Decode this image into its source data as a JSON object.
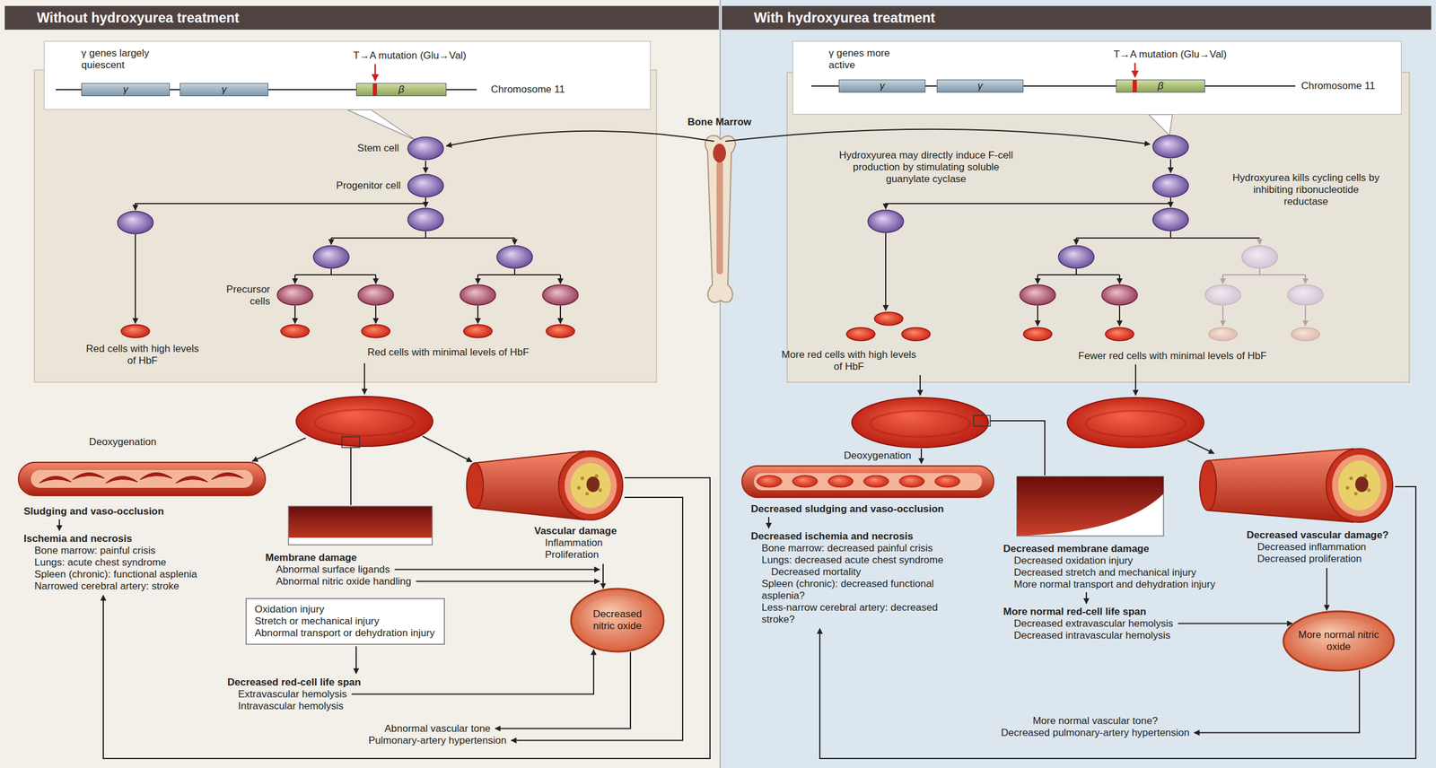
{
  "diagram": {
    "nodes": [
      {
        "text": [
          "Without hydroxyurea treatment"
        ]
      },
      {
        "text": [
          "With hydroxyurea treatment"
        ]
      },
      {
        "text": [
          "γ genes largely quiescent",
          "T→A mutation (Glu→Val)",
          "Chromosome 11"
        ]
      },
      {
        "text": [
          "γ"
        ],
        "in": 2
      },
      {
        "text": [
          "γ"
        ],
        "in": 2
      },
      {
        "text": [
          "β"
        ],
        "in": 2
      },
      {
        "text": [
          "γ genes more active",
          "T→A mutation (Glu→Val)",
          "Chromosome 11"
        ]
      },
      {
        "text": [
          "γ"
        ],
        "in": 6
      },
      {
        "text": [
          "γ"
        ],
        "in": 6
      },
      {
        "text": [
          "β"
        ],
        "in": 6
      },
      {
        "text": [
          "Oxidation injury",
          "Stretch or mechanical injury",
          "Abnormal transport or dehydration injury"
        ]
      },
      {
        "text": [
          "Decreased nitric oxide"
        ]
      },
      {
        "text": [
          "More normal nitric oxide"
        ]
      }
    ],
    "labels": [
      "Bone Marrow",
      "Stem cell",
      "Progenitor cell",
      "Precursor cells",
      "Red cells with high levels of HbF",
      "Red cells with minimal levels of HbF",
      "Hydroxyurea may directly induce F-cell production by stimulating soluble guanylate cyclase",
      "Hydroxyurea kills cycling cells by inhibiting ribonucleotide reductase",
      "More red cells with high levels of HbF",
      "Fewer red cells with minimal levels of HbF",
      "Deoxygenation",
      "Sludging and vaso-occlusion",
      "Ischemia and necrosis",
      "Bone marrow: painful crisis",
      "Lungs: acute chest syndrome",
      "Spleen (chronic): functional asplenia",
      "Narrowed cerebral artery: stroke",
      "Membrane damage",
      "Abnormal surface ligands",
      "Abnormal nitric oxide handling",
      "Vascular damage",
      "Inflammation",
      "Proliferation",
      "Decreased red-cell life span",
      "Extravascular hemolysis",
      "Intravascular hemolysis",
      "Abnormal vascular tone",
      "Pulmonary-artery hypertension",
      "Deoxygenation",
      "Decreased sludging and vaso-occlusion",
      "Decreased ischemia and necrosis",
      "Bone marrow: decreased painful crisis",
      "Lungs: decreased acute chest syndrome",
      "Decreased mortality",
      "Spleen (chronic): decreased functional asplenia?",
      "Less-narrow cerebral artery: decreased stroke?",
      "Decreased membrane damage",
      "Decreased oxidation injury",
      "Decreased stretch and mechanical injury",
      "More normal transport and dehydration injury",
      "More normal red-cell life span",
      "Decreased extravascular hemolysis",
      "Decreased intravascular hemolysis",
      "Decreased vascular damage?",
      "Decreased inflammation",
      "Decreased proliferation",
      "More normal vascular tone?",
      "Decreased pulmonary-artery hypertension"
    ]
  }
}
